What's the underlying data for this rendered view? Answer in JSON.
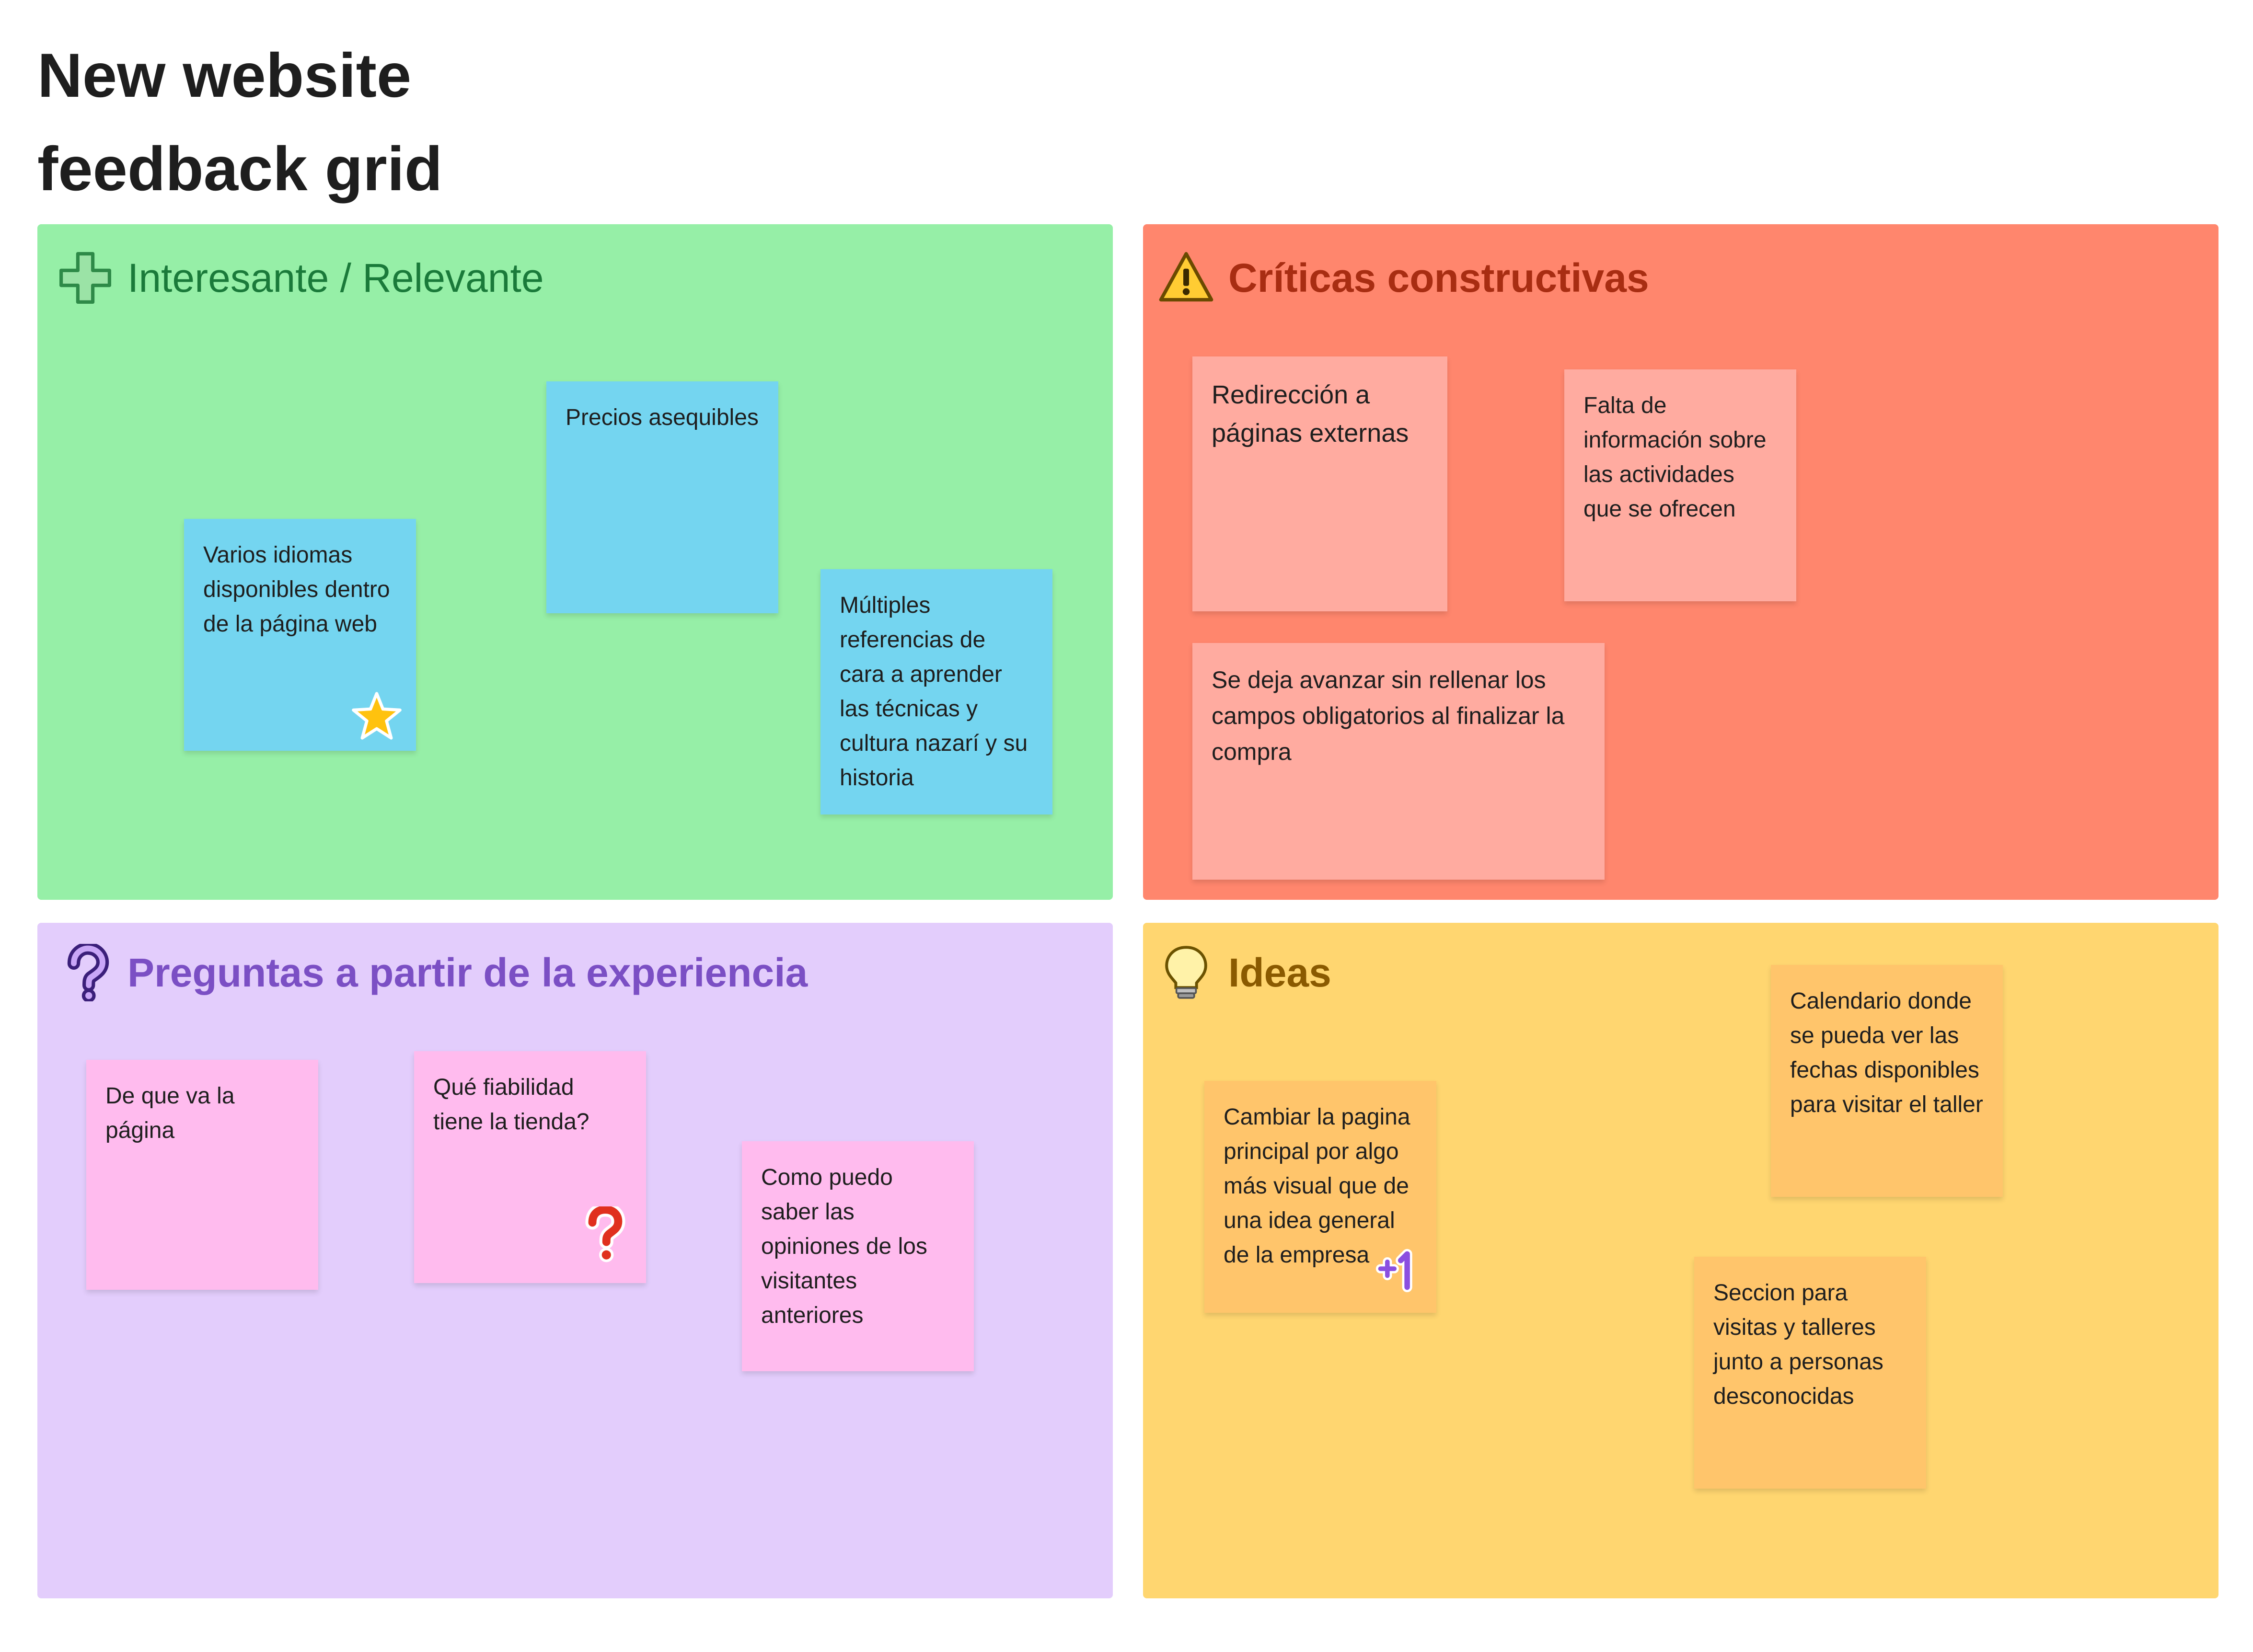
{
  "board": {
    "title_line1": "New website",
    "title_line2": "feedback grid"
  },
  "sections": {
    "interesting": {
      "title": "Interesante / Relevante",
      "icon": "plus-icon",
      "color": "#96efa7",
      "notes": [
        {
          "text": "Precios asequibles"
        },
        {
          "text": "Varios idiomas disponibles dentro de la página web",
          "sticker": "star-icon"
        },
        {
          "text": "Múltiples referencias de cara a aprender las técnicas y cultura nazarí y su historia"
        }
      ]
    },
    "critiques": {
      "title": "Críticas constructivas",
      "icon": "warning-icon",
      "color": "#ff866d",
      "notes": [
        {
          "text": "Redirección a páginas externas"
        },
        {
          "text": "Falta de información sobre las actividades que se ofrecen"
        },
        {
          "text": "Se deja avanzar sin rellenar los campos obligatorios al finalizar la compra"
        }
      ]
    },
    "questions": {
      "title": "Preguntas a partir de la experiencia",
      "icon": "question-icon",
      "color": "#e3cdfc",
      "notes": [
        {
          "text": "De que va la página"
        },
        {
          "text": "Qué fiabilidad tiene la tienda?",
          "sticker": "question-mark-icon"
        },
        {
          "text": "Como puedo saber las opiniones de los visitantes anteriores"
        }
      ]
    },
    "ideas": {
      "title": "Ideas",
      "icon": "lightbulb-icon",
      "color": "#ffd670",
      "notes": [
        {
          "text": "Calendario donde se pueda ver las fechas disponibles para visitar el taller"
        },
        {
          "text": "Cambiar la pagina principal por algo más visual que de una idea general de la empresa",
          "sticker": "plus-one-icon"
        },
        {
          "text": "Seccion para visitas y talleres junto a personas desconocidas"
        }
      ]
    }
  }
}
